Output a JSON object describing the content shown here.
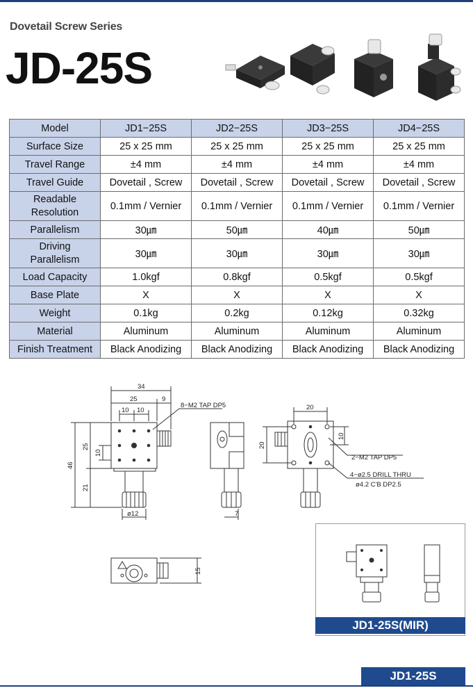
{
  "header": {
    "series": "Dovetail Screw Series",
    "model": "JD-25S"
  },
  "table": {
    "columns": [
      "Model",
      "JD1−25S",
      "JD2−25S",
      "JD3−25S",
      "JD4−25S"
    ],
    "rows": [
      {
        "label": "Surface Size",
        "values": [
          "25 x 25 mm",
          "25 x 25 mm",
          "25 x 25 mm",
          "25 x 25 mm"
        ]
      },
      {
        "label": "Travel Range",
        "values": [
          "±4 mm",
          "±4 mm",
          "±4 mm",
          "±4 mm"
        ]
      },
      {
        "label": "Travel Guide",
        "values": [
          "Dovetail , Screw",
          "Dovetail , Screw",
          "Dovetail , Screw",
          "Dovetail , Screw"
        ]
      },
      {
        "label_lines": [
          "Readable",
          "Resolution"
        ],
        "values": [
          "0.1mm / Vernier",
          "0.1mm / Vernier",
          "0.1mm / Vernier",
          "0.1mm / Vernier"
        ]
      },
      {
        "label": "Parallelism",
        "values": [
          "30㎛",
          "50㎛",
          "40㎛",
          "50㎛"
        ]
      },
      {
        "label_lines": [
          "Driving",
          "Parallelism"
        ],
        "values": [
          "30㎛",
          "30㎛",
          "30㎛",
          "30㎛"
        ]
      },
      {
        "label": "Load Capacity",
        "values": [
          "1.0kgf",
          "0.8kgf",
          "0.5kgf",
          "0.5kgf"
        ]
      },
      {
        "label": "Base Plate",
        "values": [
          "X",
          "X",
          "X",
          "X"
        ]
      },
      {
        "label": "Weight",
        "values": [
          "0.1kg",
          "0.2kg",
          "0.12kg",
          "0.32kg"
        ]
      },
      {
        "label": "Material",
        "values": [
          "Aluminum",
          "Aluminum",
          "Aluminum",
          "Aluminum"
        ]
      },
      {
        "label": "Finish Treatment",
        "values": [
          "Black Anodizing",
          "Black Anodizing",
          "Black Anodizing",
          "Black Anodizing"
        ]
      }
    ]
  },
  "drawing": {
    "dims": {
      "d34": "34",
      "d25": "25",
      "d9": "9",
      "d10a": "10",
      "d10b": "10",
      "d25v": "25",
      "d10v": "10",
      "d46": "46",
      "d21": "21",
      "d12": "ø12",
      "d7": "7",
      "d20h": "20",
      "d20v": "20",
      "d10r": "10",
      "d15": "15"
    },
    "notes": {
      "tap_top": "8−M2 TAP DP5",
      "tap_right": "2−M2 TAP DP5",
      "drill": "4−ø2.5 DRILL THRU",
      "cb": "ø4.2 C'B DP2.5"
    }
  },
  "mir_label": "JD1-25S(MIR)",
  "footer_label": "JD1-25S",
  "colors": {
    "accent": "#1f4a8e",
    "table_header": "#c8d3ea"
  }
}
